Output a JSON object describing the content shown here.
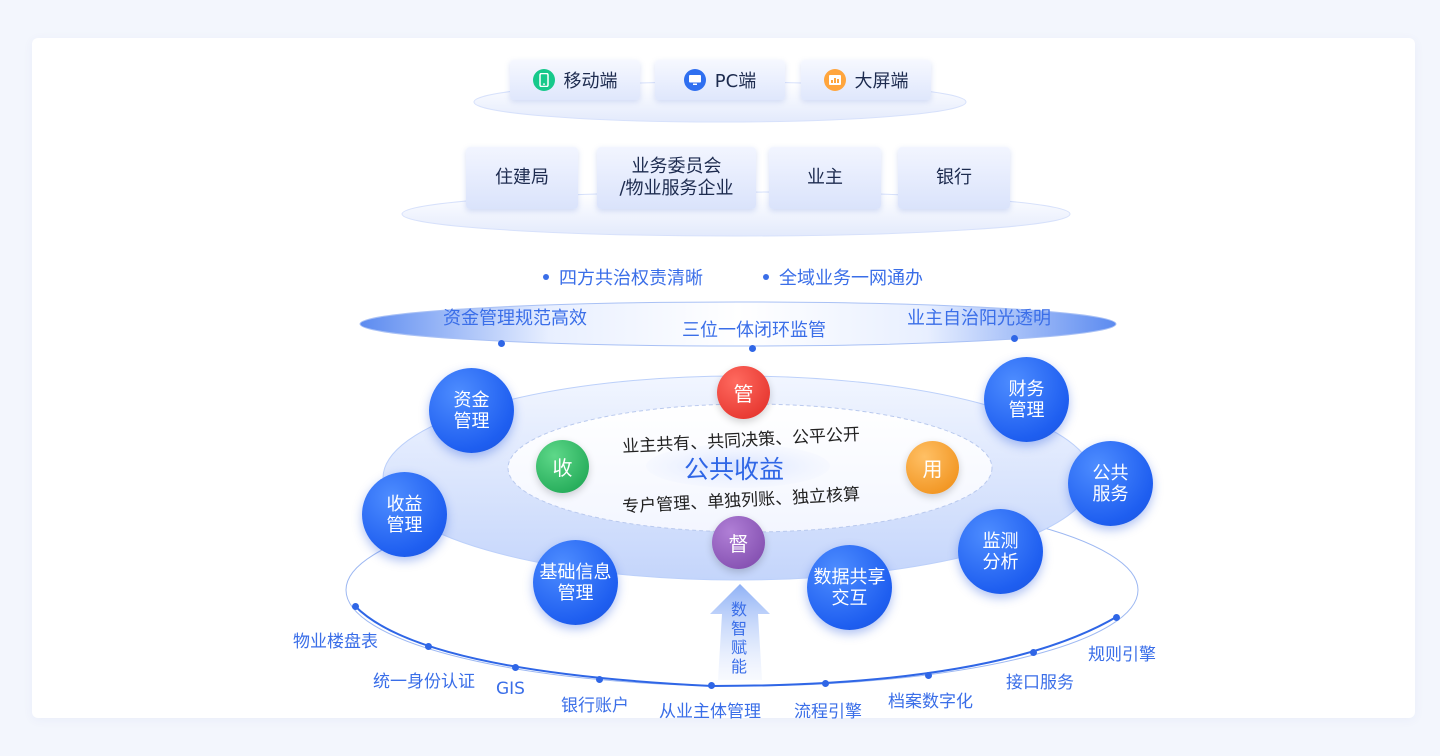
{
  "devices": [
    {
      "label": "移动端",
      "icon": "mobile-icon",
      "color": "#16c98b"
    },
    {
      "label": "PC端",
      "icon": "monitor-icon",
      "color": "#2f6ff0"
    },
    {
      "label": "大屏端",
      "icon": "dashboard-icon",
      "color": "#ffa53d"
    }
  ],
  "roles": [
    "住建局",
    "业务委员会",
    "/物业服务企业",
    "业主",
    "银行"
  ],
  "bullets": [
    "四方共治权责清晰",
    "全域业务一网通办"
  ],
  "ring_labels": [
    "资金管理规范高效",
    "三位一体闭环监管",
    "业主自治阳光透明"
  ],
  "center": {
    "title": "公共收益",
    "top_text": "业主共有、共同决策、公平公开",
    "bottom_text": "专户管理、单独列账、独立核算",
    "nodes": {
      "guan": "管",
      "shou": "收",
      "yong": "用",
      "du": "督"
    }
  },
  "modules": {
    "fund": [
      "资金",
      "管理"
    ],
    "income": [
      "收益",
      "管理"
    ],
    "basic": [
      "基础信息",
      "管理"
    ],
    "finance": [
      "财务",
      "管理"
    ],
    "public": [
      "公共",
      "服务"
    ],
    "monitor": [
      "监测",
      "分析"
    ],
    "share": [
      "数据共享",
      "交互"
    ]
  },
  "arrow_text": [
    "数",
    "智",
    "赋",
    "能"
  ],
  "base_labels": [
    "物业楼盘表",
    "统一身份认证",
    "GIS",
    "银行账户",
    "从业主体管理",
    "流程引擎",
    "档案数字化",
    "接口服务",
    "规则引擎"
  ],
  "colors": {
    "accent": "#3a6ee8",
    "guan": "#e8342f",
    "shou": "#1fb25a",
    "yong": "#f39a1f",
    "du": "#8a55b8"
  }
}
